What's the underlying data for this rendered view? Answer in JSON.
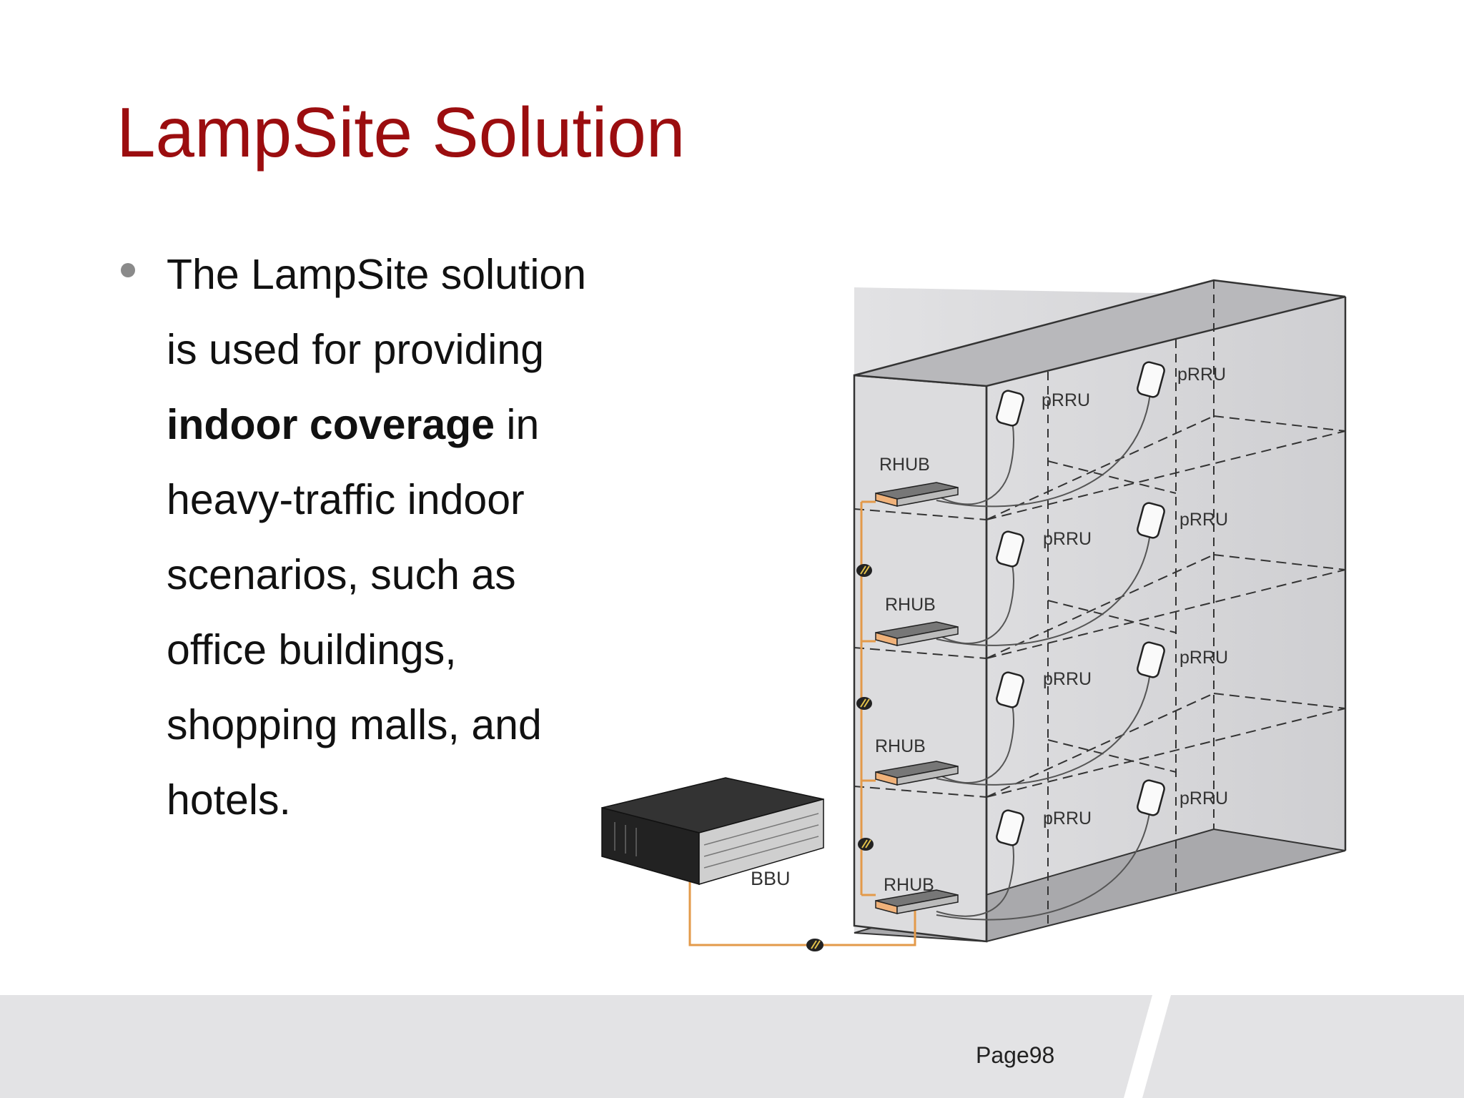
{
  "slide": {
    "title": "LampSite Solution",
    "bullet": {
      "part1": "The LampSite solution is used for providing ",
      "bold1": "indoor coverage",
      "part2": " in heavy-traffic indoor scenarios, such as office buildings, shopping malls, and hotels."
    },
    "page_number": "Page98"
  },
  "diagram": {
    "labels": {
      "rhub": "RHUB",
      "prru": "pRRU",
      "bbu": "BBU"
    },
    "colors": {
      "title_red": "#9b0d0f",
      "fiber_orange": "#e39a4a",
      "wall_gray": "#d8d8da",
      "footer_gray": "#e3e3e5"
    }
  }
}
